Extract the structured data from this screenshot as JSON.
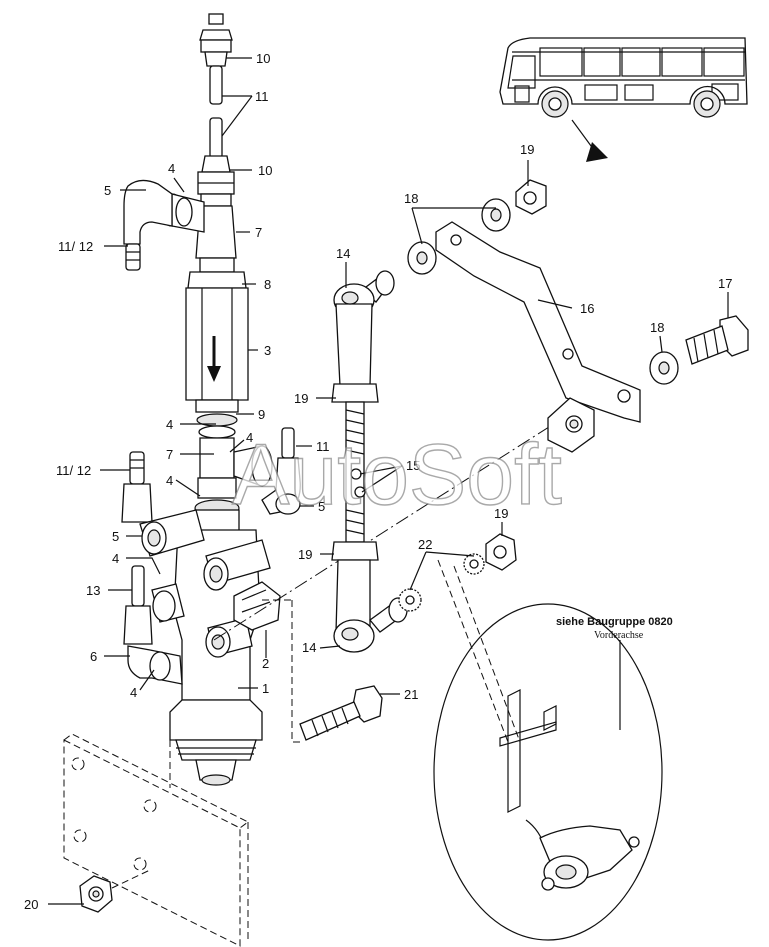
{
  "labels": [
    {
      "id": "p10a",
      "text": "10"
    },
    {
      "id": "p11a",
      "text": "11"
    },
    {
      "id": "p10b",
      "text": "10"
    },
    {
      "id": "p4a",
      "text": "4"
    },
    {
      "id": "p5a",
      "text": "5"
    },
    {
      "id": "p7a",
      "text": "7"
    },
    {
      "id": "p1112a",
      "text": "11/ 12"
    },
    {
      "id": "p8",
      "text": "8"
    },
    {
      "id": "p3",
      "text": "3"
    },
    {
      "id": "p9",
      "text": "9"
    },
    {
      "id": "p4b",
      "text": "4"
    },
    {
      "id": "p4c",
      "text": "4"
    },
    {
      "id": "p7b",
      "text": "7"
    },
    {
      "id": "p11b",
      "text": "11"
    },
    {
      "id": "p1112b",
      "text": "11/ 12"
    },
    {
      "id": "p4d",
      "text": "4"
    },
    {
      "id": "p5b",
      "text": "5"
    },
    {
      "id": "p5c",
      "text": "5"
    },
    {
      "id": "p4e",
      "text": "4"
    },
    {
      "id": "p13",
      "text": "13"
    },
    {
      "id": "p6",
      "text": "6"
    },
    {
      "id": "p2",
      "text": "2"
    },
    {
      "id": "p1",
      "text": "1"
    },
    {
      "id": "p4f",
      "text": "4"
    },
    {
      "id": "p21",
      "text": "21"
    },
    {
      "id": "p20",
      "text": "20"
    },
    {
      "id": "p14a",
      "text": "14"
    },
    {
      "id": "p19a",
      "text": "19"
    },
    {
      "id": "p15",
      "text": "15"
    },
    {
      "id": "p19b",
      "text": "19"
    },
    {
      "id": "p14b",
      "text": "14"
    },
    {
      "id": "p19c",
      "text": "19"
    },
    {
      "id": "p18a",
      "text": "18"
    },
    {
      "id": "p16",
      "text": "16"
    },
    {
      "id": "p17",
      "text": "17"
    },
    {
      "id": "p18b",
      "text": "18"
    },
    {
      "id": "p22",
      "text": "22"
    },
    {
      "id": "p19d",
      "text": "19"
    }
  ],
  "reference": {
    "title": "siehe Baugruppe 0820",
    "subtitle": "Vorderachse"
  },
  "watermark": "AutoSoft"
}
